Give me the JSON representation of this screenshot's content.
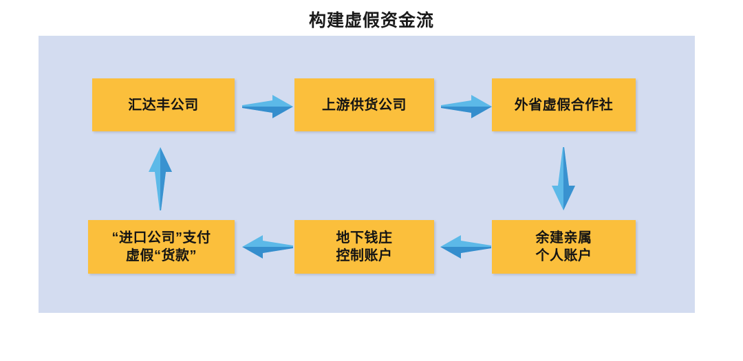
{
  "title": "构建虚假资金流",
  "colors": {
    "panel_background": "#d3dcf0",
    "node_fill": "#fbbf3c",
    "node_text": "#141414",
    "arrow_light": "#5cb9e8",
    "arrow_dark": "#2878b8",
    "page_background": "#ffffff"
  },
  "diagram": {
    "type": "flow",
    "nodes": [
      {
        "id": "huidafeng",
        "line1": "汇达丰公司",
        "line2": ""
      },
      {
        "id": "supplier",
        "line1": "上游供货公司",
        "line2": ""
      },
      {
        "id": "fake_coop",
        "line1": "外省虚假合作社",
        "line2": ""
      },
      {
        "id": "relative_acct",
        "line1": "余建亲属",
        "line2": "个人账户"
      },
      {
        "id": "underground",
        "line1": "地下钱庄",
        "line2": "控制账户"
      },
      {
        "id": "import_pay",
        "line1": "“进口公司”支付",
        "line2": "虚假“货款”"
      }
    ],
    "edges": [
      {
        "id": "e1",
        "from": "huidafeng",
        "to": "supplier",
        "direction": "right"
      },
      {
        "id": "e2",
        "from": "supplier",
        "to": "fake_coop",
        "direction": "right"
      },
      {
        "id": "e3",
        "from": "fake_coop",
        "to": "relative_acct",
        "direction": "down"
      },
      {
        "id": "e4",
        "from": "relative_acct",
        "to": "underground",
        "direction": "left"
      },
      {
        "id": "e5",
        "from": "underground",
        "to": "import_pay",
        "direction": "left"
      },
      {
        "id": "e6",
        "from": "import_pay",
        "to": "huidafeng",
        "direction": "up"
      }
    ]
  }
}
